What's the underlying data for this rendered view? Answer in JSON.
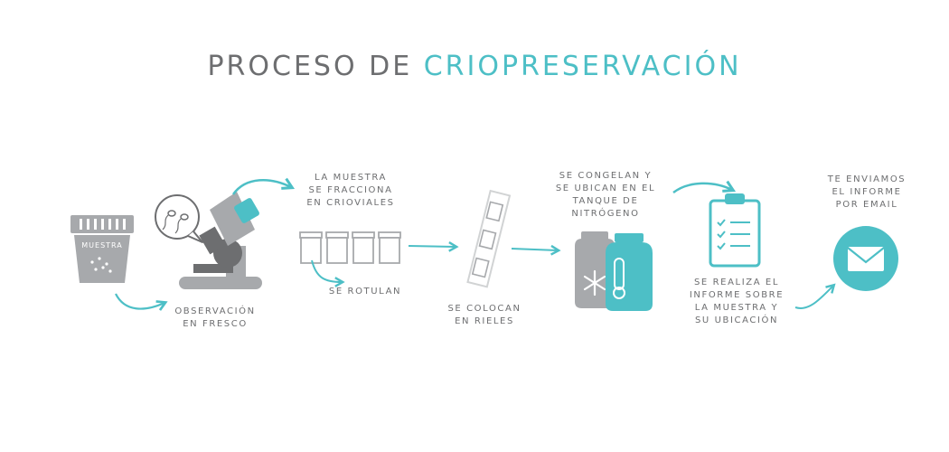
{
  "title": {
    "part1": "PROCESO DE",
    "part2": "CRIOPRESERVACIÓN"
  },
  "colors": {
    "gray": "#6d6e70",
    "light_gray": "#a7a9ac",
    "teal": "#4dbfc6"
  },
  "steps": {
    "cup_label": "MUESTRA",
    "observacion": [
      "OBSERVACIÓN",
      "EN FRESCO"
    ],
    "fracciona": [
      "LA MUESTRA",
      "SE FRACCIONA",
      "EN CRIOVIALES"
    ],
    "rotulan": [
      "SE ROTULAN"
    ],
    "rieles": [
      "SE COLOCAN",
      "EN RIELES"
    ],
    "congelan": [
      "SE CONGELAN Y",
      "SE UBICAN EN EL",
      "TANQUE DE",
      "NITRÓGENO"
    ],
    "informe": [
      "SE REALIZA EL",
      "INFORME SOBRE",
      "LA MUESTRA Y",
      "SU UBICACIÓN"
    ],
    "email": [
      "TE ENVIAMOS",
      "EL INFORME",
      "POR EMAIL"
    ]
  },
  "icons": [
    "sample-cup-icon",
    "sperm-bubble-icon",
    "microscope-icon",
    "cryovials-icon",
    "rail-icon",
    "nitrogen-tank-icon",
    "snowflake-icon",
    "thermometer-icon",
    "clipboard-icon",
    "email-icon"
  ]
}
